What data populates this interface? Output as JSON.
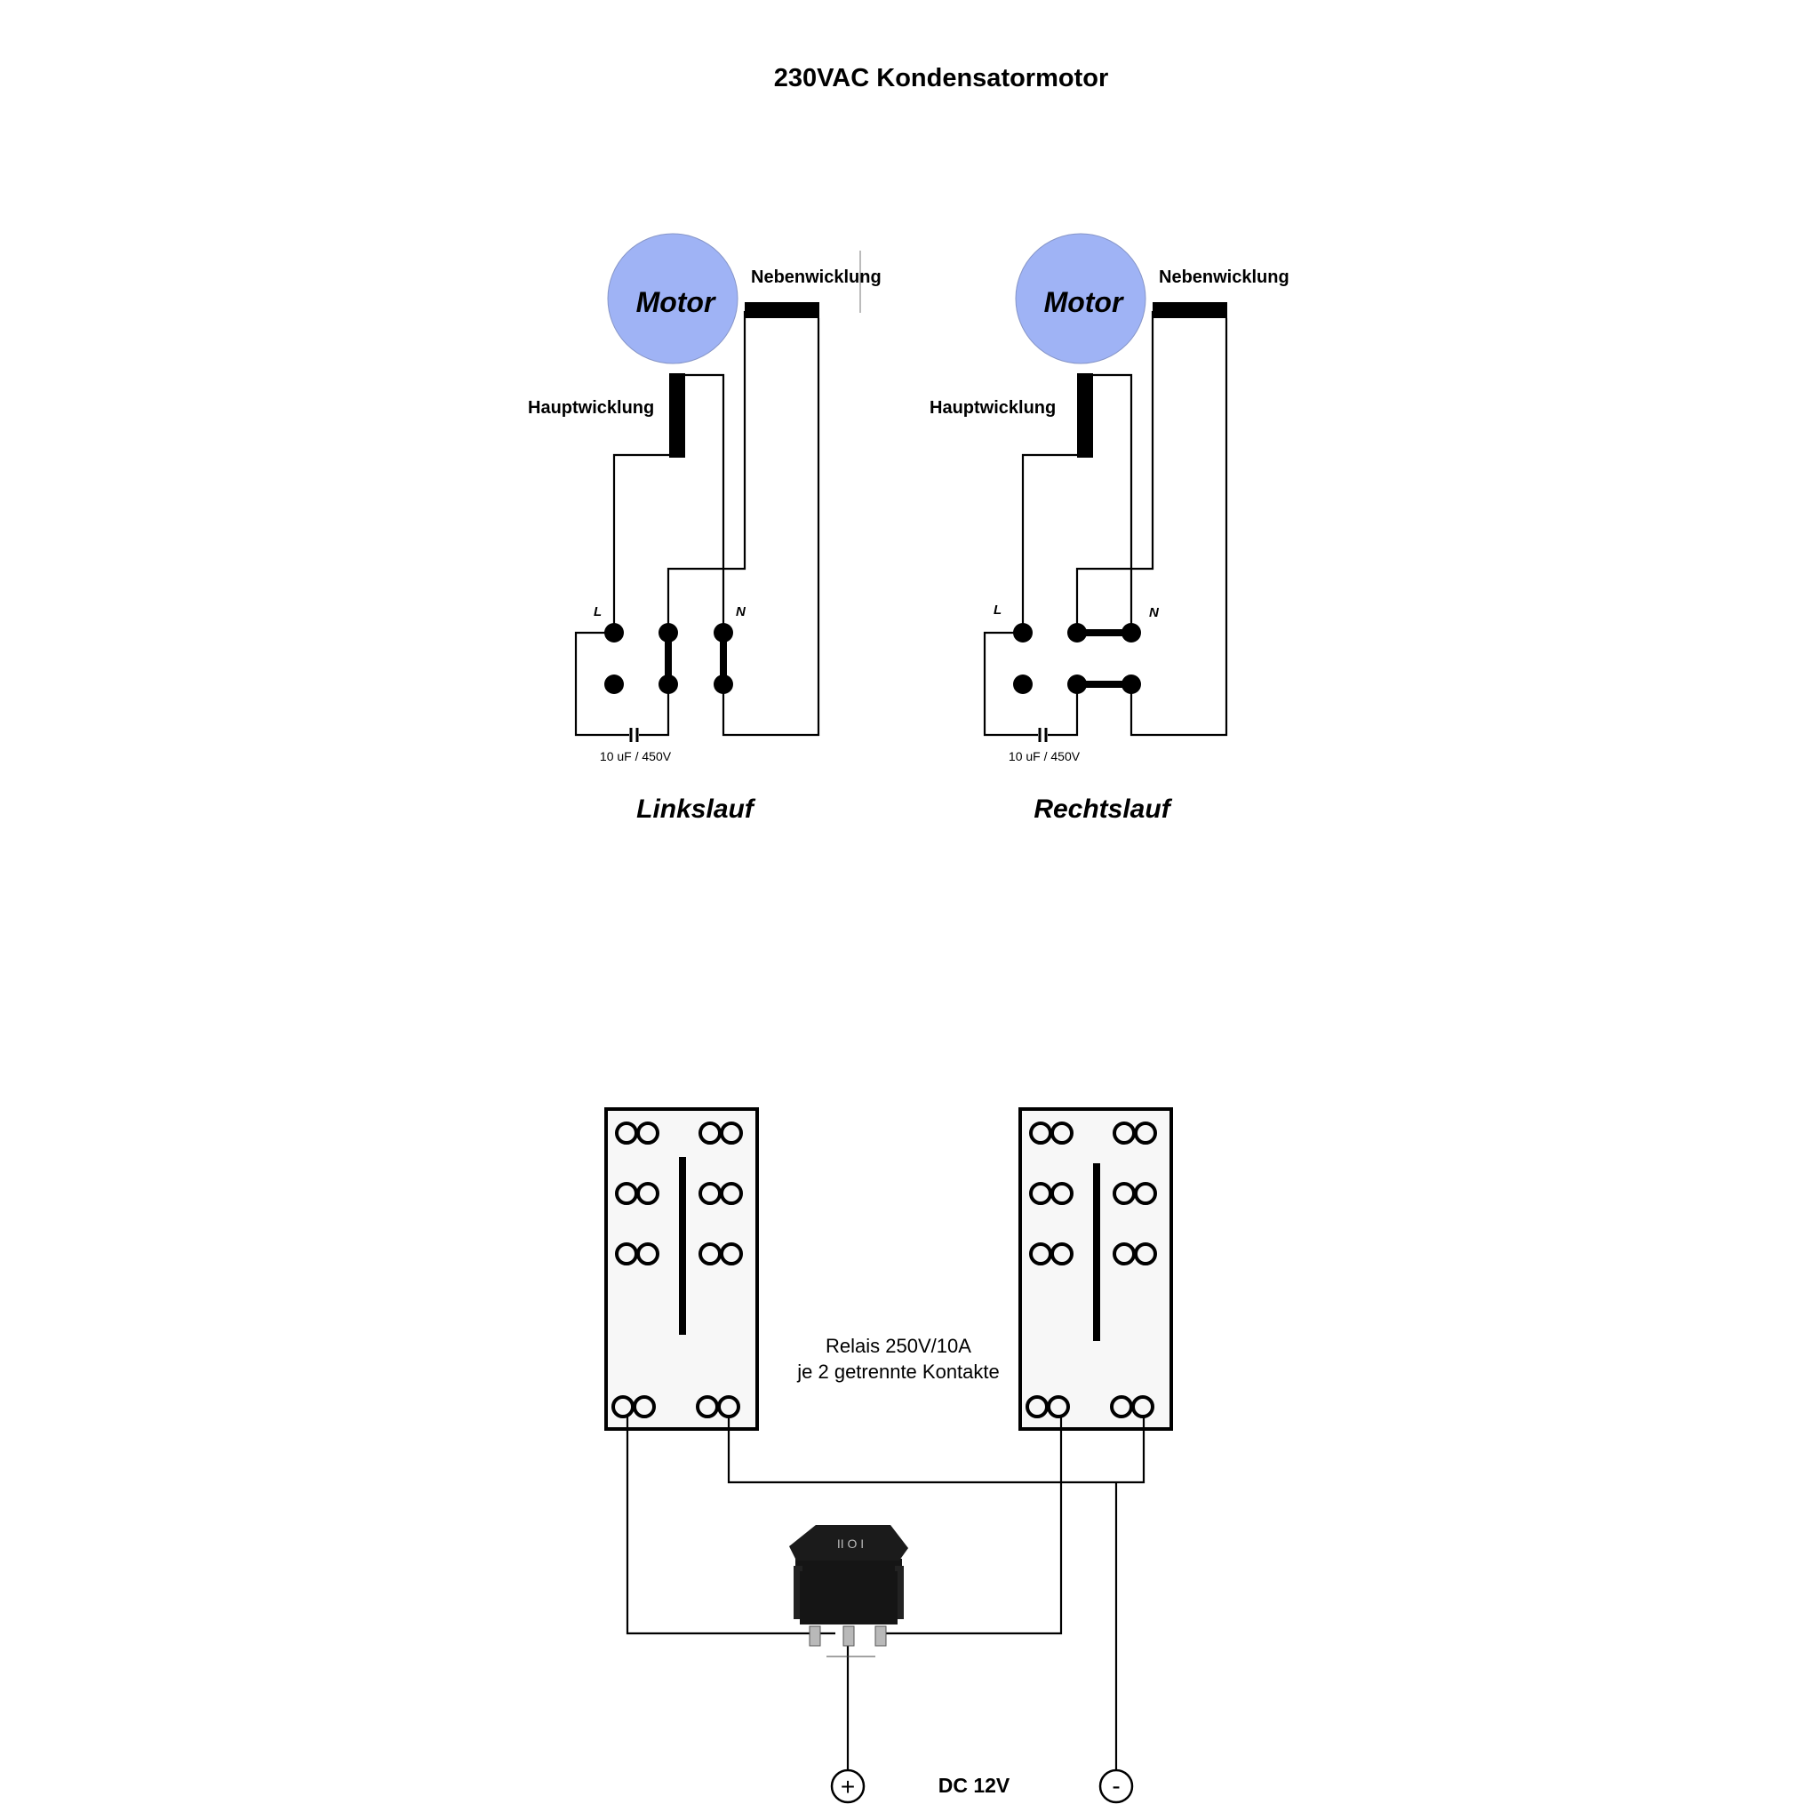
{
  "title": "230VAC Kondensatormotor",
  "diagrams": {
    "left": {
      "motor_label": "Motor",
      "aux_winding": "Nebenwicklung",
      "main_winding": "Hauptwicklung",
      "terminal_l": "L",
      "terminal_n": "N",
      "capacitor": "10 uF / 450V",
      "caption": "Linkslauf"
    },
    "right": {
      "motor_label": "Motor",
      "aux_winding": "Nebenwicklung",
      "main_winding": "Hauptwicklung",
      "terminal_l": "L",
      "terminal_n": "N",
      "capacitor": "10 uF / 450V",
      "caption": "Rechtslauf"
    }
  },
  "relay": {
    "line1": "Relais 250V/10A",
    "line2": "je 2 getrennte Kontakte"
  },
  "supply": {
    "label": "DC 12V",
    "plus": "+",
    "minus": "-"
  },
  "switch": {
    "face": "II O I"
  },
  "colors": {
    "motor_fill": "#9fb3f5",
    "relay_fill": "#f7f7f7",
    "switch_body": "#151515"
  }
}
